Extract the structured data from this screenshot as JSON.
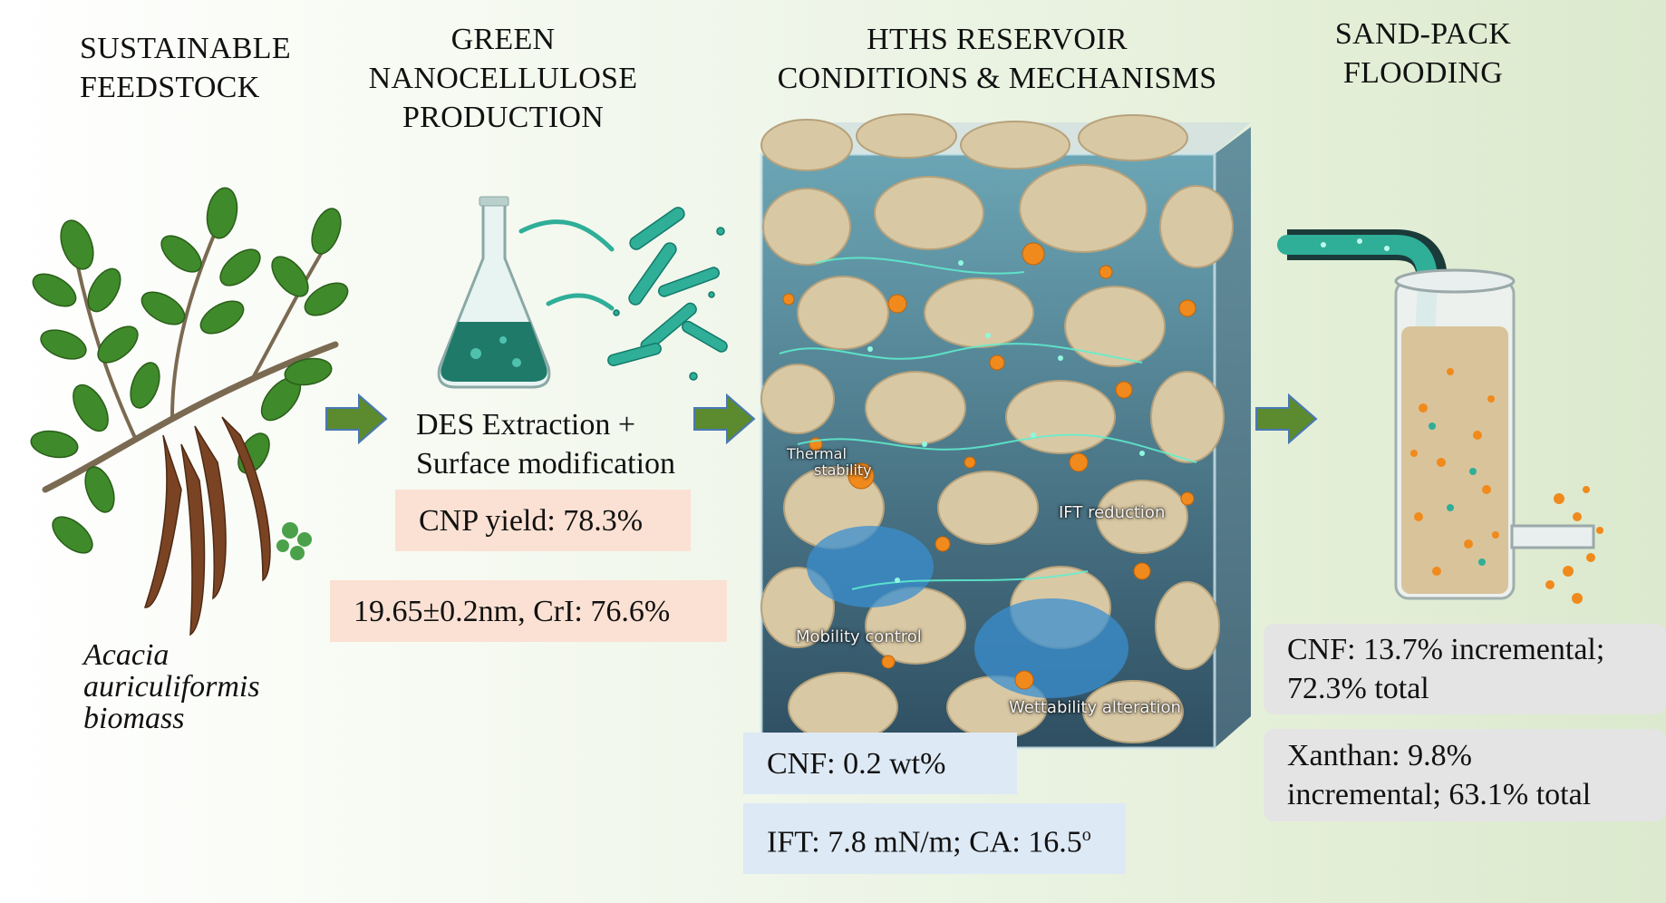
{
  "headers": {
    "feedstock": [
      "SUSTAINABLE",
      "FEEDSTOCK"
    ],
    "production": [
      "GREEN",
      "NANOCELLULOSE",
      "PRODUCTION"
    ],
    "reservoir": [
      "HTHS RESERVOIR",
      "CONDITIONS & MECHANISMS"
    ],
    "flooding": [
      "SAND-PACK",
      "FLOODING"
    ]
  },
  "biomass_label": [
    "Acacia",
    "auriculiformis",
    "biomass"
  ],
  "process": {
    "line1": "DES Extraction +",
    "line2": "Surface modification"
  },
  "production_results": {
    "yield": "CNP yield: 78.3%",
    "size": "19.65±0.2nm, CrI: 76.6%"
  },
  "mechanisms": {
    "thermal": "Thermal",
    "stability": "stability",
    "ift": "IFT reduction",
    "mobility": "Mobility control",
    "wettability": "Wettability alteration"
  },
  "reservoir_results": {
    "conc": "CNF: 0.2 wt%",
    "ift_ca": "IFT: 7.8 mN/m; CA: 16.5",
    "ca_sup": "o"
  },
  "flooding_results": {
    "cnf": [
      "CNF: 13.7% incremental;",
      "72.3% total"
    ],
    "xanthan": [
      "Xanthan: 9.8%",
      "incremental;  63.1% total"
    ]
  },
  "colors": {
    "arrow": "#5b8a2f",
    "arrow_outline": "#4a78b4",
    "leaf": "#3f8a2a",
    "pod": "#7a4424",
    "fluid": "#2fae98",
    "oil": "#f08a1c",
    "sand": "#d9c8a4"
  }
}
